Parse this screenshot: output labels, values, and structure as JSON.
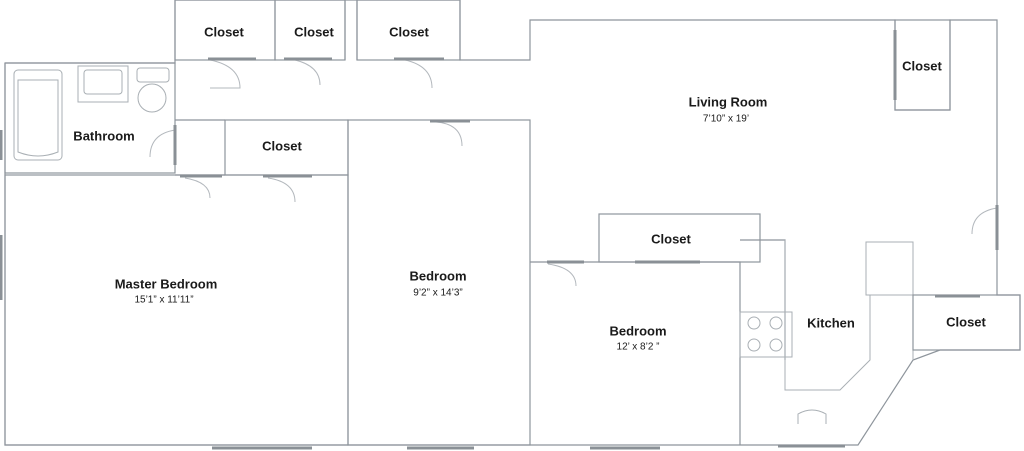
{
  "rooms": {
    "closet_1": "Closet",
    "closet_2": "Closet",
    "closet_3": "Closet",
    "closet_4": "Closet",
    "closet_living": "Closet",
    "closet_middle": "Closet",
    "closet_kitchen": "Closet",
    "bathroom": "Bathroom",
    "living_room": "Living Room",
    "living_room_dim": "7’10” x 19’",
    "master_bedroom": "Master Bedroom",
    "master_bedroom_dim": "15’1” x 11’11”",
    "bedroom_1": "Bedroom",
    "bedroom_1_dim": "9’2” x 14’3”",
    "bedroom_2": "Bedroom",
    "bedroom_2_dim": "12’ x 8’2 ”",
    "kitchen": "Kitchen"
  },
  "colors": {
    "wall": "#8e959c",
    "window": "#8a9096",
    "door": "#b3b8bd"
  }
}
